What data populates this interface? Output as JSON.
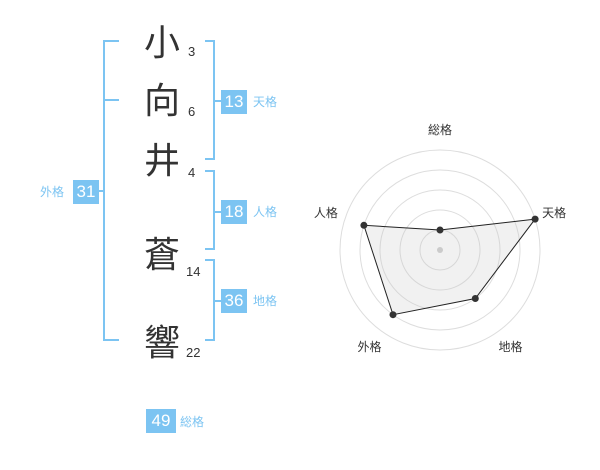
{
  "name": {
    "characters": [
      {
        "char": "小",
        "strokes": "3"
      },
      {
        "char": "向",
        "strokes": "6"
      },
      {
        "char": "井",
        "strokes": "4"
      },
      {
        "char": "蒼",
        "strokes": "14"
      },
      {
        "char": "響",
        "strokes": "22"
      }
    ]
  },
  "fortunes": {
    "tenkaku": {
      "value": "13",
      "label": "天格"
    },
    "jinkaku": {
      "value": "18",
      "label": "人格"
    },
    "chikaku": {
      "value": "36",
      "label": "地格"
    },
    "gaikaku": {
      "value": "31",
      "label": "外格"
    },
    "soukaku": {
      "value": "49",
      "label": "総格"
    }
  },
  "colors": {
    "accent": "#7cc4f2",
    "text": "#333333",
    "ring": "#dddddd"
  },
  "chart_data": {
    "type": "radar",
    "axes": [
      "総格",
      "天格",
      "地格",
      "外格",
      "人格"
    ],
    "max": 5,
    "levels": 5,
    "values": [
      1,
      5,
      3,
      4,
      4
    ]
  }
}
